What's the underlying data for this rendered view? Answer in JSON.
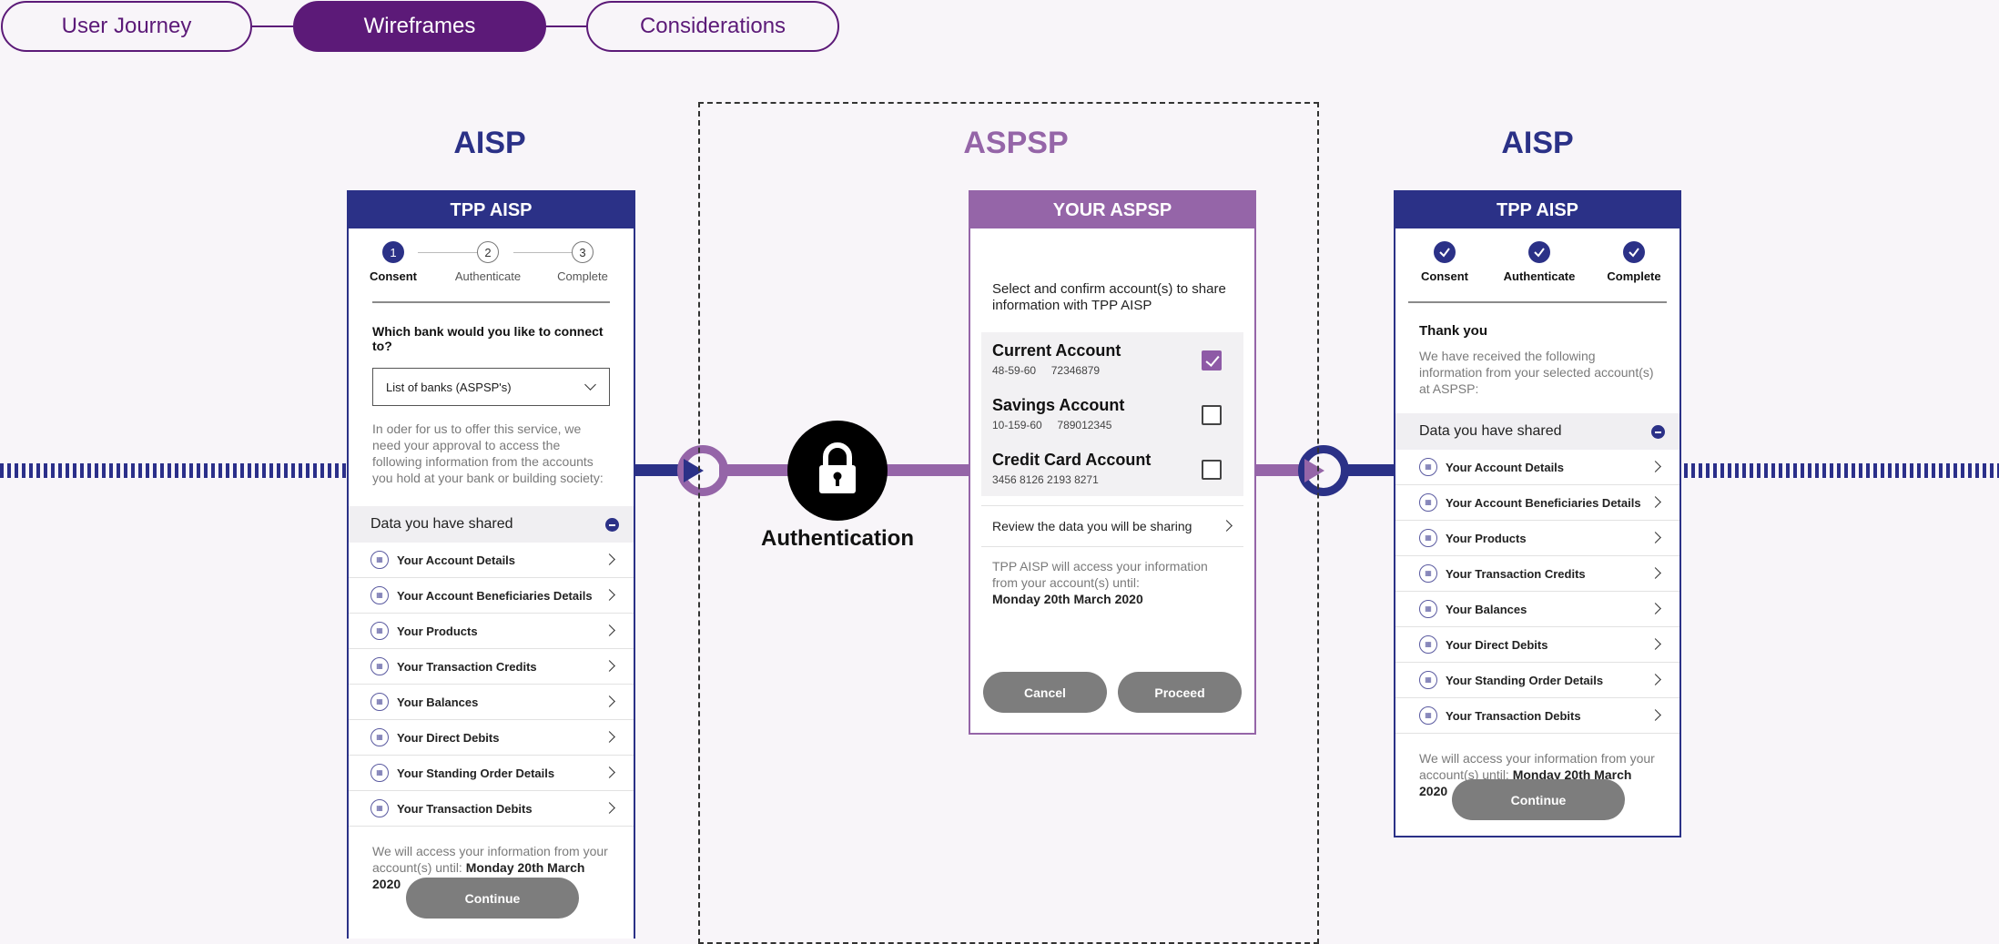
{
  "tabs": [
    {
      "label": "User Journey",
      "active": false
    },
    {
      "label": "Wireframes",
      "active": true
    },
    {
      "label": "Considerations",
      "active": false
    }
  ],
  "colors": {
    "navy": "#2b3187",
    "purple": "#5c1a78",
    "lilac": "#9565a8",
    "grey_button": "#7d7d7d"
  },
  "roles": {
    "left": "AISP",
    "center": "ASPSP",
    "right": "AISP"
  },
  "auth": {
    "label": "Authentication",
    "icon": "lock-icon"
  },
  "left_phone": {
    "header": "TPP AISP",
    "steps": [
      {
        "num": "1",
        "label": "Consent"
      },
      {
        "num": "2",
        "label": "Authenticate"
      },
      {
        "num": "3",
        "label": "Complete"
      }
    ],
    "question": "Which bank would you like to connect to?",
    "select_value": "List of banks (ASPSP's)",
    "intro": "In oder for us to offer this service, we need your approval to access the following information from the accounts you hold at your bank or building society:",
    "shared_header": "Data you have shared",
    "items": [
      "Your Account Details",
      "Your Account Beneficiaries Details",
      "Your Products",
      "Your Transaction Credits",
      "Your Balances",
      "Your Direct Debits",
      "Your Standing Order Details",
      "Your Transaction Debits"
    ],
    "footer_text": "We will access your information from your account(s) until: ",
    "footer_date": "Monday 20th March 2020",
    "button": "Continue"
  },
  "aspsp_phone": {
    "header": "YOUR ASPSP",
    "intro": "Select and confirm account(s) to share information with TPP AISP",
    "accounts": [
      {
        "name": "Current Account",
        "sort": "48-59-60",
        "number": "72346879",
        "checked": true
      },
      {
        "name": "Savings Account",
        "sort": "10-159-60",
        "number": "789012345",
        "checked": false
      },
      {
        "name": "Credit Card Account",
        "sort": "3456 8126 2193 8271",
        "number": "",
        "checked": false
      }
    ],
    "review": "Review the data you will be sharing",
    "access_text": "TPP AISP will access your information from your account(s) until:",
    "access_date": "Monday 20th March 2020",
    "cancel": "Cancel",
    "proceed": "Proceed"
  },
  "right_phone": {
    "header": "TPP AISP",
    "steps": [
      "Consent",
      "Authenticate",
      "Complete"
    ],
    "thanks_title": "Thank you",
    "thanks_text": "We have received the following information from your selected account(s) at ASPSP:",
    "shared_header": "Data you have shared",
    "items": [
      "Your Account Details",
      "Your Account Beneficiaries Details",
      "Your Products",
      "Your Transaction Credits",
      "Your Balances",
      "Your Direct Debits",
      "Your Standing Order Details",
      "Your Transaction Debits"
    ],
    "footer_text": "We will access your information from your account(s) until: ",
    "footer_date": "Monday 20th March 2020",
    "button": "Continue"
  }
}
